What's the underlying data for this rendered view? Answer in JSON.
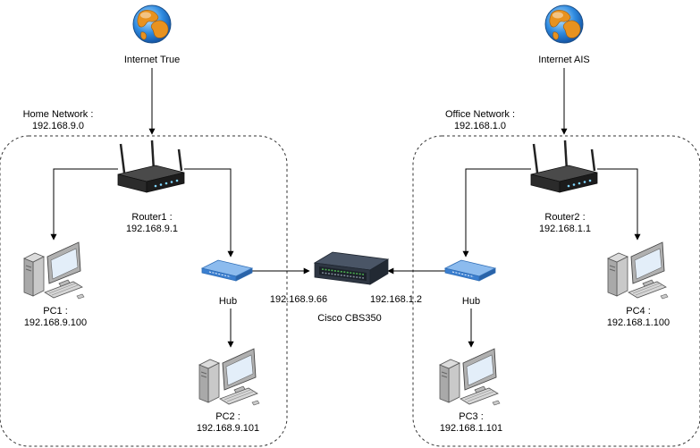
{
  "internets": [
    {
      "label": "Internet True"
    },
    {
      "label": "Internet AIS"
    }
  ],
  "networks": [
    {
      "title": "Home Network :",
      "subnet": "192.168.9.0"
    },
    {
      "title": "Office Network :",
      "subnet": "192.168.1.0"
    }
  ],
  "routers": [
    {
      "name": "Router1 :",
      "ip": "192.168.9.1"
    },
    {
      "name": "Router2 :",
      "ip": "192.168.1.1"
    }
  ],
  "hubs": [
    {
      "name": "Hub"
    },
    {
      "name": "Hub"
    }
  ],
  "pcs": [
    {
      "name": "PC1 :",
      "ip": "192.168.9.100"
    },
    {
      "name": "PC2 :",
      "ip": "192.168.9.101"
    },
    {
      "name": "PC3 :",
      "ip": "192.168.1.101"
    },
    {
      "name": "PC4 :",
      "ip": "192.168.1.100"
    }
  ],
  "switch": {
    "name": "Cisco CBS350",
    "port_left_ip": "192.168.9.66",
    "port_right_ip": "192.168.1.2"
  },
  "colors": {
    "line": "#000000",
    "hub_blue": "#3b7fd0",
    "router_dark": "#333333",
    "pc_grey": "#9a9a9a",
    "screen_blue": "#dbe8f5",
    "switch_dark": "#3a4454",
    "port_green": "#4caf50"
  }
}
